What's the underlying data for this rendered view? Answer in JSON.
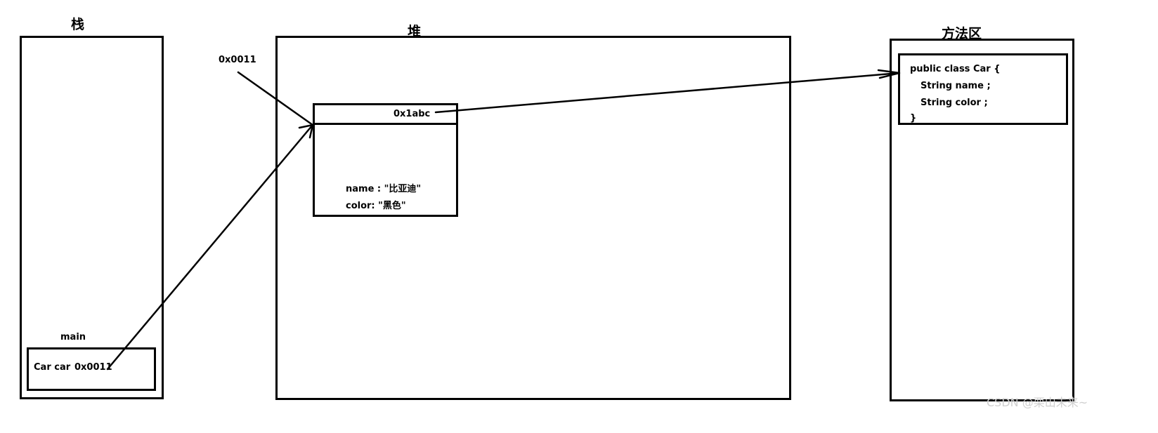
{
  "stack": {
    "title": "栈",
    "frame_label": "main",
    "var_decl": "Car car",
    "var_value": "0x0011"
  },
  "heap": {
    "title": "堆",
    "ref_label": "0x0011",
    "object": {
      "class_ptr": "0x1abc",
      "fields": [
        "name : \"比亚迪\"",
        "color: \"黑色\""
      ]
    }
  },
  "method_area": {
    "title": "方法区",
    "code_lines": [
      "public class Car {",
      "String name ;",
      "String color ;",
      "}"
    ]
  },
  "watermark": "CSDN @栗山未来~"
}
